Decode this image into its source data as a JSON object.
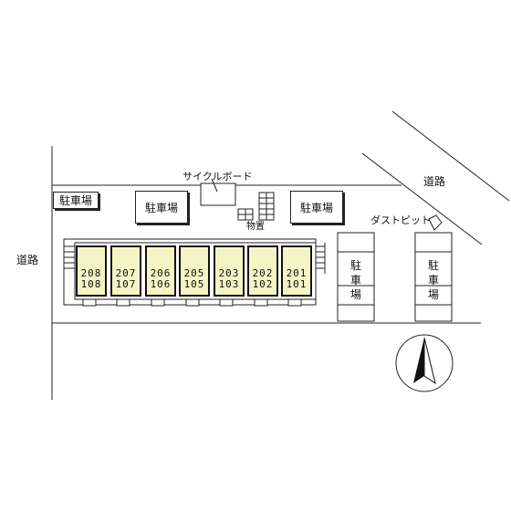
{
  "labels": {
    "road_left": "道路",
    "road_right": "道路",
    "cycle_port": "サイクルボード",
    "storage": "物置",
    "dust_bin": "ダストピット"
  },
  "parking": {
    "top_left_small": "駐車場",
    "top_center": "駐車場",
    "top_right": "駐車場",
    "right_a": [
      "駐",
      "車",
      "場"
    ],
    "right_b": [
      "駐",
      "車",
      "場"
    ]
  },
  "units": [
    {
      "upper": "208",
      "lower": "108"
    },
    {
      "upper": "207",
      "lower": "107"
    },
    {
      "upper": "206",
      "lower": "106"
    },
    {
      "upper": "205",
      "lower": "105"
    },
    {
      "upper": "203",
      "lower": "103"
    },
    {
      "upper": "202",
      "lower": "102"
    },
    {
      "upper": "201",
      "lower": "101"
    }
  ],
  "colors": {
    "unit_fill": "#f3f5c4",
    "line": "#222222"
  },
  "compass": "north-arrow-icon"
}
